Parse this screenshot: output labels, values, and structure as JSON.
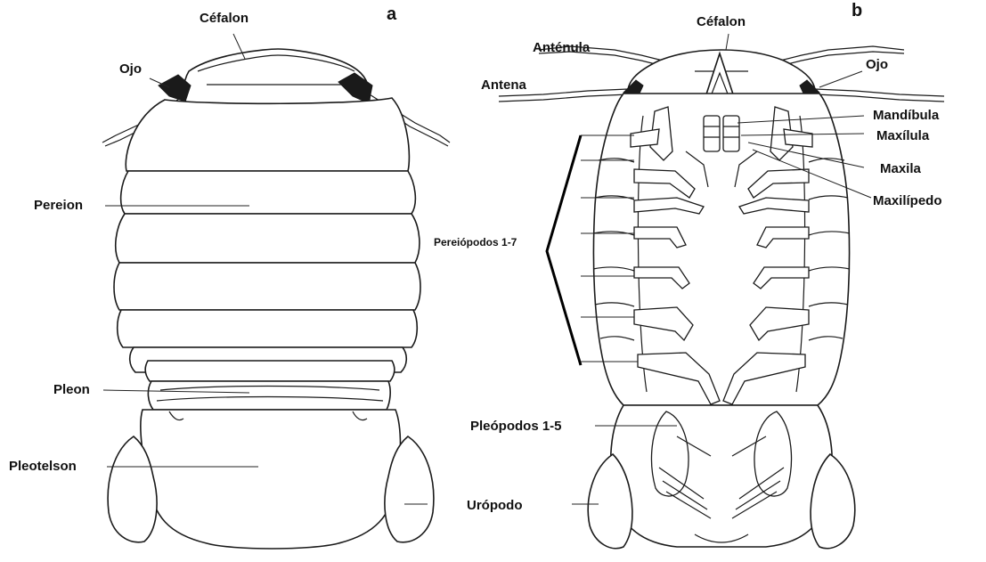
{
  "panels": {
    "a": "a",
    "b": "b"
  },
  "labels_a": {
    "cefalon": "Céfalon",
    "ojo": "Ojo",
    "pereion": "Pereion",
    "pleon": "Pleon",
    "pleotelson": "Pleotelson"
  },
  "labels_b": {
    "cefalon": "Céfalon",
    "antenula": "Anténula",
    "ojo": "Ojo",
    "antena": "Antena",
    "mandibula": "Mandíbula",
    "maxilula": "Maxílula",
    "maxila": "Maxila",
    "maxilipedo": "Maxilípedo",
    "pereiopodos": "Pereiópodos 1-7",
    "pleopodos": "Pleópodos 1-5",
    "uropodo": "Urópodo"
  }
}
